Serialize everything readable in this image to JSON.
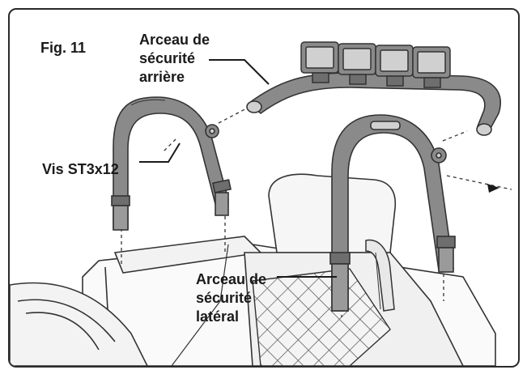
{
  "figure_label": "Fig. 11",
  "callouts": {
    "rear_bar": [
      "Arceau de",
      "sécurité",
      "arrière"
    ],
    "screw": "Vis ST3x12",
    "side_bar": [
      "Arceau de",
      "sécurité",
      "latéral"
    ]
  },
  "colors": {
    "ink": "#1a1a1a",
    "bar_fill": "#8a8a8a",
    "bar_shadow": "#6e6e6e",
    "light_fill": "#d0d0d0",
    "frame": "#2a2a2a"
  }
}
